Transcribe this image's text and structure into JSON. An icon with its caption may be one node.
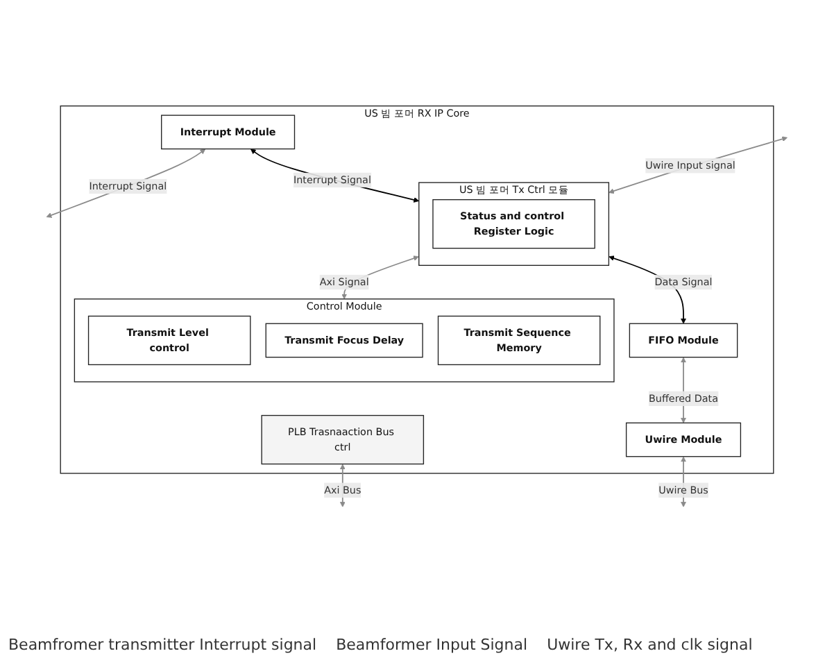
{
  "diagram": {
    "nodes": [
      {
        "text": [
          "US 빔 포머 RX IP Core"
        ]
      },
      {
        "text": [
          "Interrupt Module"
        ],
        "in": 0
      },
      {
        "text": [
          "US 빔 포머 Tx Ctrl 모듈"
        ],
        "in": 0
      },
      {
        "text": [
          "Status and control Register Logic"
        ],
        "in": 2
      },
      {
        "text": [
          "Control Module"
        ],
        "in": 0
      },
      {
        "text": [
          "Transmit Level control"
        ],
        "in": 4
      },
      {
        "text": [
          "Transmit Focus Delay"
        ],
        "in": 4
      },
      {
        "text": [
          "Transmit Sequence Memory"
        ],
        "in": 4
      },
      {
        "text": [
          "PLB Trasnaaction Bus ctrl"
        ],
        "in": 0
      },
      {
        "text": [
          "FIFO Module"
        ],
        "in": 0
      },
      {
        "text": [
          "Uwire Module"
        ],
        "in": 0
      }
    ],
    "edges": [
      {
        "from": 1,
        "to": null,
        "arrow": "both",
        "label": "Interrupt Signal"
      },
      {
        "from": 1,
        "to": 2,
        "arrow": "both",
        "label": "Interrupt Signal",
        "color": "#000000"
      },
      {
        "from": null,
        "to": 2,
        "arrow": "both",
        "label": "Uwire Input signal"
      },
      {
        "from": 2,
        "to": 4,
        "arrow": "both",
        "label": "Axi Signal"
      },
      {
        "from": 8,
        "to": null,
        "arrow": "both",
        "label": "Axi Bus"
      },
      {
        "from": 2,
        "to": 9,
        "arrow": "both",
        "label": "Data Signal",
        "color": "#000000"
      },
      {
        "from": 9,
        "to": 10,
        "arrow": "both",
        "label": "Buffered Data"
      },
      {
        "from": 10,
        "to": null,
        "arrow": "both",
        "label": "Uwire Bus"
      }
    ],
    "labels": [
      "Beamfromer transmitter Interrupt signal",
      "Beamformer Input Signal",
      "Uwire Tx, Rx and clk signal"
    ]
  }
}
